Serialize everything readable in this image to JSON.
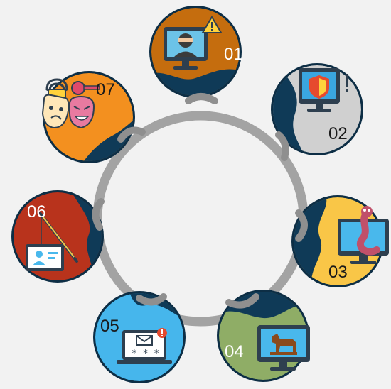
{
  "colors": {
    "background": "#f2f2f2",
    "ring": "#a3a3a3",
    "ring_link": "#8f8f8f",
    "node_dark": "#0f3a57",
    "node_border": "#0d2e45"
  },
  "nodes": [
    {
      "number": "01",
      "icon": "hacker-warning-icon",
      "color": "#c56d0e"
    },
    {
      "number": "02",
      "icon": "shield-monitor-icon",
      "color": "#d0d0d0"
    },
    {
      "number": "03",
      "icon": "worm-monitor-icon",
      "color": "#f9c647"
    },
    {
      "number": "04",
      "icon": "trojan-horse-monitor-icon",
      "color": "#8fad66"
    },
    {
      "number": "05",
      "icon": "password-laptop-icon",
      "color": "#46b6ec"
    },
    {
      "number": "06",
      "icon": "phishing-hook-icon",
      "color": "#b8331c"
    },
    {
      "number": "07",
      "icon": "masks-keys-icon",
      "color": "#f3901f"
    }
  ]
}
